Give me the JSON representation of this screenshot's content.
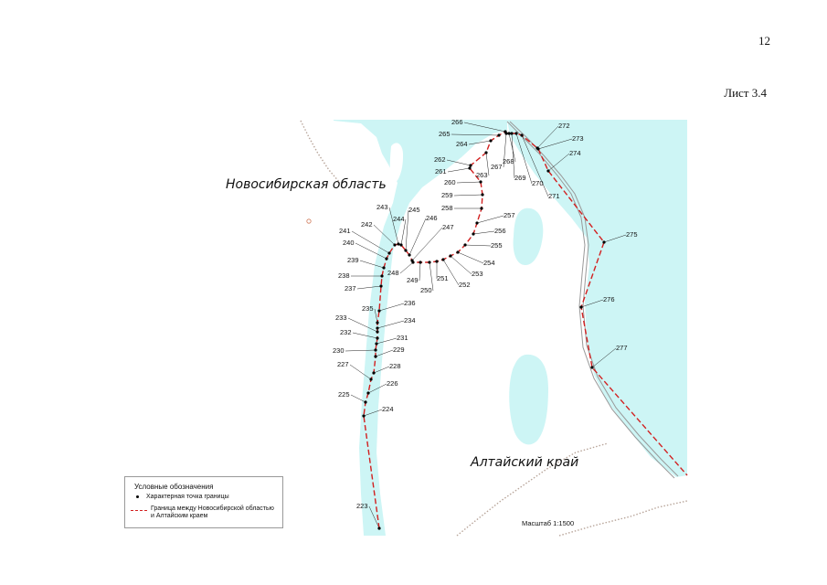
{
  "page_number": "12",
  "sheet_label": "Лист 3.4",
  "regions": {
    "novosibirsk": "Новосибирская область",
    "altai": "Алтайский край"
  },
  "legend": {
    "title": "Условные обозначения",
    "point_label": "Характерная точка границы",
    "border_label": "Граница между Новосибирской областью и Алтайским краем"
  },
  "scale_label": "Масштаб 1:1500",
  "colors": {
    "water": "#cdf5f5",
    "border": "#d21f1f",
    "road": "#b8a59a"
  },
  "points": [
    {
      "id": "223",
      "label": "223"
    },
    {
      "id": "224",
      "label": "224"
    },
    {
      "id": "225",
      "label": "225"
    },
    {
      "id": "226",
      "label": "226"
    },
    {
      "id": "227",
      "label": "227"
    },
    {
      "id": "228",
      "label": "228"
    },
    {
      "id": "229",
      "label": "229"
    },
    {
      "id": "230",
      "label": "230"
    },
    {
      "id": "231",
      "label": "231"
    },
    {
      "id": "232",
      "label": "232"
    },
    {
      "id": "233",
      "label": "233"
    },
    {
      "id": "234",
      "label": "234"
    },
    {
      "id": "235",
      "label": "235"
    },
    {
      "id": "236",
      "label": "236"
    },
    {
      "id": "237",
      "label": "237"
    },
    {
      "id": "238",
      "label": "238"
    },
    {
      "id": "239",
      "label": "239"
    },
    {
      "id": "240",
      "label": "240"
    },
    {
      "id": "241",
      "label": "241"
    },
    {
      "id": "242",
      "label": "242"
    },
    {
      "id": "243",
      "label": "243"
    },
    {
      "id": "244",
      "label": "244"
    },
    {
      "id": "245",
      "label": "245"
    },
    {
      "id": "246",
      "label": "246"
    },
    {
      "id": "247",
      "label": "247"
    },
    {
      "id": "248",
      "label": "248"
    },
    {
      "id": "249",
      "label": "249"
    },
    {
      "id": "250",
      "label": "250"
    },
    {
      "id": "251",
      "label": "251"
    },
    {
      "id": "252",
      "label": "252"
    },
    {
      "id": "253",
      "label": "253"
    },
    {
      "id": "254",
      "label": "254"
    },
    {
      "id": "255",
      "label": "255"
    },
    {
      "id": "256",
      "label": "256"
    },
    {
      "id": "257",
      "label": "257"
    },
    {
      "id": "258",
      "label": "258"
    },
    {
      "id": "259",
      "label": "259"
    },
    {
      "id": "260",
      "label": "260"
    },
    {
      "id": "261",
      "label": "261"
    },
    {
      "id": "262",
      "label": "262"
    },
    {
      "id": "263",
      "label": "263"
    },
    {
      "id": "264",
      "label": "264"
    },
    {
      "id": "265",
      "label": "265"
    },
    {
      "id": "266",
      "label": "266"
    },
    {
      "id": "267",
      "label": "267"
    },
    {
      "id": "268",
      "label": "268"
    },
    {
      "id": "269",
      "label": "269"
    },
    {
      "id": "270",
      "label": "270"
    },
    {
      "id": "271",
      "label": "271"
    },
    {
      "id": "272",
      "label": "272"
    },
    {
      "id": "273",
      "label": "273"
    },
    {
      "id": "274",
      "label": "274"
    },
    {
      "id": "275",
      "label": "275"
    },
    {
      "id": "276",
      "label": "276"
    },
    {
      "id": "277",
      "label": "277"
    }
  ]
}
